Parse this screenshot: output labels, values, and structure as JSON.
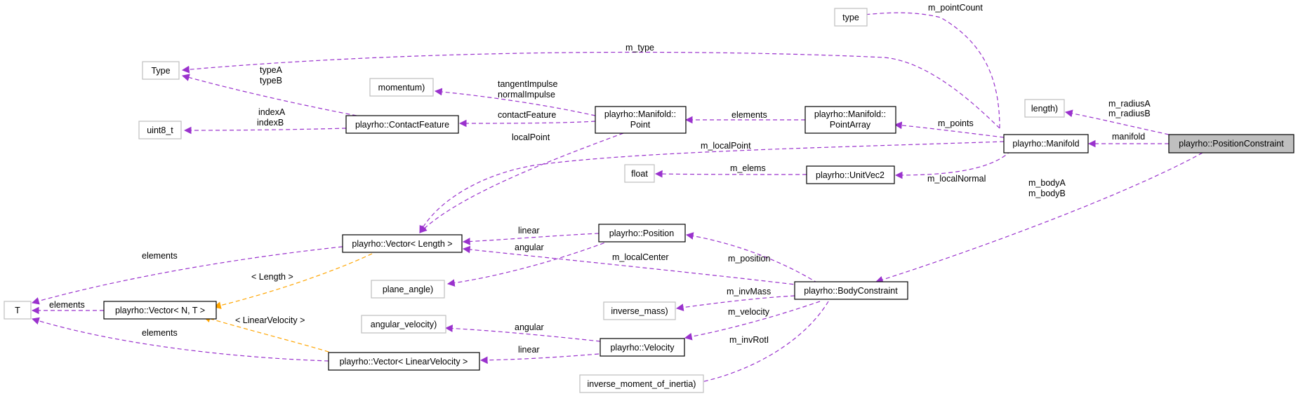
{
  "colors": {
    "member_edge": "#9a32cd",
    "template_edge": "#ffa500",
    "external_border": "#bfbfbf",
    "focus_fill": "#bfbfbf"
  },
  "nodes": {
    "type": "type",
    "Type": "Type",
    "momentum": "momentum)",
    "uint8_t": "uint8_t",
    "length": "length)",
    "float": "float",
    "plane_angle": "plane_angle)",
    "T": "T",
    "angular_velocity": "angular_velocity)",
    "inverse_mass": "inverse_mass)",
    "inverse_moment_of_inertia": "inverse_moment_of_inertia)",
    "ContactFeature": "playrho::ContactFeature",
    "ManifoldPoint_1": "playrho::Manifold::",
    "ManifoldPoint_2": "Point",
    "PointArray_1": "playrho::Manifold::",
    "PointArray_2": "PointArray",
    "Manifold": "playrho::Manifold",
    "PositionConstraint": "playrho::PositionConstraint",
    "UnitVec2": "playrho::UnitVec2",
    "VectorLength": "playrho::Vector< Length >",
    "Position": "playrho::Position",
    "VectorNT": "playrho::Vector< N, T >",
    "BodyConstraint": "playrho::BodyConstraint",
    "Velocity": "playrho::Velocity",
    "VectorLinearVelocity": "playrho::Vector< LinearVelocity >"
  },
  "edge_labels": {
    "m_pointCount": "m_pointCount",
    "m_type": "m_type",
    "typeA": "typeA",
    "typeB": "typeB",
    "tangentImpulse": "tangentImpulse",
    "normalImpulse": "normalImpulse",
    "indexA": "indexA",
    "indexB": "indexB",
    "contactFeature": "contactFeature",
    "elements_pa": "elements",
    "m_radiusA": "m_radiusA",
    "m_radiusB": "m_radiusB",
    "m_points": "m_points",
    "manifold": "manifold",
    "localPoint": "localPoint",
    "m_localPoint": "m_localPoint",
    "m_localNormal": "m_localNormal",
    "m_bodyA": "m_bodyA",
    "m_bodyB": "m_bodyB",
    "m_elems": "m_elems",
    "linear_pos": "linear",
    "angular_pos": "angular",
    "elements_vl": "elements",
    "length_tmpl": "< Length >",
    "m_position": "m_position",
    "m_localCenter": "m_localCenter",
    "elements_vnt": "elements",
    "lv_tmpl": "< LinearVelocity >",
    "m_invMass": "m_invMass",
    "m_velocity": "m_velocity",
    "angular_vel": "angular",
    "elements_vlv": "elements",
    "linear_vel": "linear",
    "m_invRotI": "m_invRotI"
  }
}
